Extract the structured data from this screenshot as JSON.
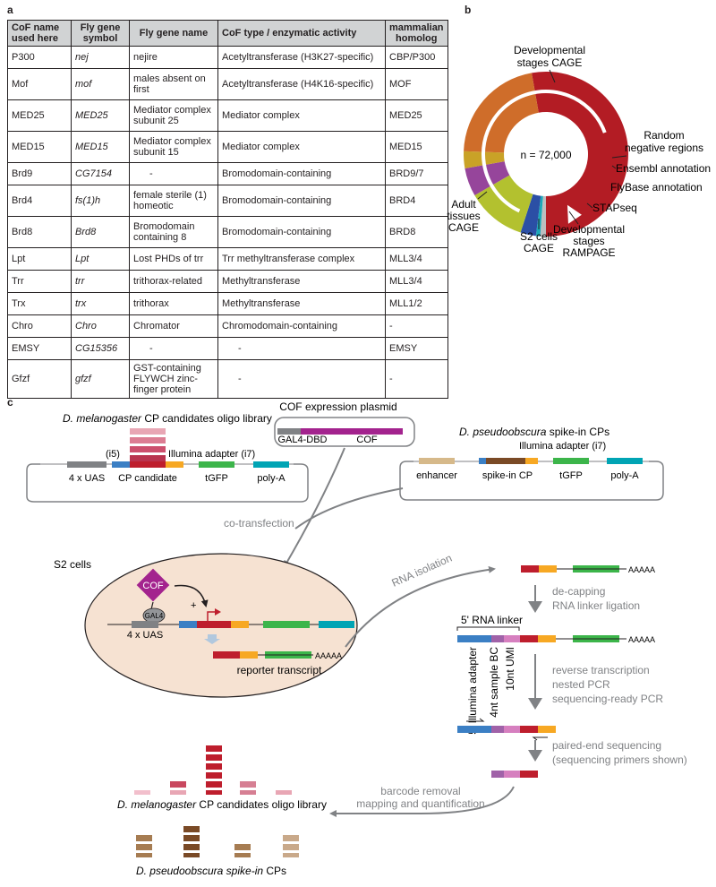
{
  "panel_labels": {
    "a": "a",
    "b": "b",
    "c": "c"
  },
  "table": {
    "headers": [
      "CoF name used here",
      "Fly gene symbol",
      "Fly gene name",
      "CoF type / enzymatic activity",
      "mammalian homolog"
    ],
    "rows": [
      {
        "name": "P300",
        "symbol": "nej",
        "gene": "nejire",
        "type": "Acetyltransferase (H3K27-specific)",
        "homolog": "CBP/P300"
      },
      {
        "name": "Mof",
        "symbol": "mof",
        "gene": "males absent on first",
        "type": "Acetyltransferase (H4K16-specific)",
        "homolog": "MOF"
      },
      {
        "name": "MED25",
        "symbol": "MED25",
        "gene": "Mediator complex subunit 25",
        "type": "Mediator complex",
        "homolog": "MED25"
      },
      {
        "name": "MED15",
        "symbol": "MED15",
        "gene": "Mediator complex subunit 15",
        "type": "Mediator complex",
        "homolog": "MED15"
      },
      {
        "name": "Brd9",
        "symbol": "CG7154",
        "gene": "-",
        "type": "Bromodomain-containing",
        "homolog": "BRD9/7"
      },
      {
        "name": "Brd4",
        "symbol": "fs(1)h",
        "gene": "female sterile (1) homeotic",
        "type": "Bromodomain-containing",
        "homolog": "BRD4"
      },
      {
        "name": "Brd8",
        "symbol": "Brd8",
        "gene": "Bromodomain containing 8",
        "type": "Bromodomain-containing",
        "homolog": "BRD8"
      },
      {
        "name": "Lpt",
        "symbol": "Lpt",
        "gene": "Lost PHDs of trr",
        "type": "Trr methyltransferase complex",
        "homolog": "MLL3/4"
      },
      {
        "name": "Trr",
        "symbol": "trr",
        "gene": "trithorax-related",
        "type": "Methyltransferase",
        "homolog": "MLL3/4"
      },
      {
        "name": "Trx",
        "symbol": "trx",
        "gene": "trithorax",
        "type": "Methyltransferase",
        "homolog": "MLL1/2"
      },
      {
        "name": "Chro",
        "symbol": "Chro",
        "gene": "Chromator",
        "type": "Chromodomain-containing",
        "homolog": "-"
      },
      {
        "name": "EMSY",
        "symbol": "CG15356",
        "gene": "-",
        "type": "-",
        "homolog": "EMSY"
      },
      {
        "name": "Gfzf",
        "symbol": "gfzf",
        "gene": "GST-containing FLYWCH zinc-finger protein",
        "type": "-",
        "homolog": "-"
      }
    ]
  },
  "donut": {
    "center_label": "n = 72,000",
    "labels": {
      "dev_cage": [
        "Developmental",
        "stages CAGE"
      ],
      "random": [
        "Random",
        "negative regions"
      ],
      "ensembl": "Ensembl annotation",
      "flybase": "FlyBase annotation",
      "stapseq": "STAPseq",
      "rampage": [
        "Developmental",
        "stages",
        "RAMPAGE"
      ],
      "s2": [
        "S2 cells",
        "CAGE"
      ],
      "adult": [
        "Adult",
        "tissues",
        "CAGE"
      ]
    },
    "colors": {
      "dev_cage": "#b31c24",
      "random": "#bcbec0",
      "ensembl": "#1aa8b8",
      "flybase": "#2b4fa5",
      "stapseq": "#b3c12f",
      "rampage": "#96459b",
      "s2": "#c9a227",
      "adult": "#cf6d2a"
    }
  },
  "diagram": {
    "cof_plasmid_title": "COF expression plasmid",
    "gal4_dbd": "GAL4-DBD",
    "cof": "COF",
    "oligo_library_title_italic": "D. melanogaster",
    "oligo_library_title_rest": " CP candidates oligo library",
    "i5": "(i5)",
    "illumina_i7": "Illumina adapter (i7)",
    "uas": "4 x UAS",
    "cp_candidate": "CP candidate",
    "tgfp": "tGFP",
    "polya": "poly-A",
    "spike_title_italic": "D. pseudoobscura",
    "spike_title_rest": " spike-in CPs",
    "enhancer": "enhancer",
    "spike_cp": "spike-in CP",
    "co_transfection": "co-transfection",
    "s2_cells": "S2 cells",
    "gal4": "GAL4",
    "plus": "+",
    "reporter_transcript": "reporter transcript",
    "polyA_tail": "AAAAA",
    "rna_isolation": "RNA isolation",
    "decapping": "de-capping",
    "ligation": "RNA linker ligation",
    "rna_linker": "5' RNA linker",
    "illumina_adapter_5": "5' Illumina adapter",
    "sample_bc": "4nt sample BC",
    "umi": "10nt UMI",
    "rt": "reverse transcription",
    "nested_pcr": "nested PCR",
    "seq_pcr": "sequencing-ready PCR",
    "pe_seq": "paired-end sequencing",
    "seq_primers": "(sequencing primers shown)",
    "barcode_removal": "barcode removal",
    "mapping": "mapping and quantification",
    "mel_result_italic": "D. melanogaster",
    "mel_result_rest": " CP candidates oligo library",
    "pse_result_italic": "D. pseudoobscura spike-in",
    "pse_result_rest": " CPs"
  }
}
